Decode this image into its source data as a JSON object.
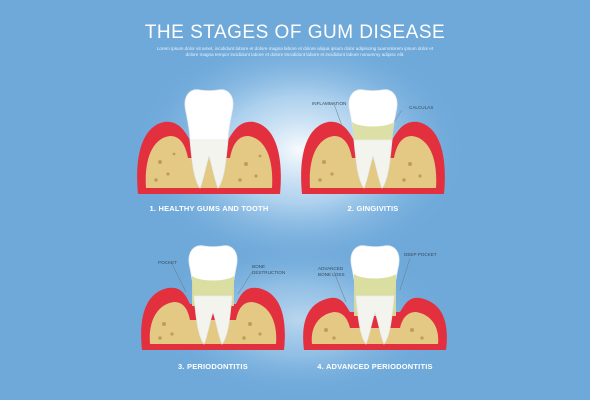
{
  "title": "THE STAGES OF GUM DISEASE",
  "subtitle": "Lorem ipsum dolor sit amet, incididunt labore et dolore magna labore et dolore aliqua ipsum dolor adipiscing tuammlorem ipsum dolor et dolore magna tempor incididunt labore et dolore tincididunt labore et incididunt labore nonummy adipisc elit.",
  "colors": {
    "background": "#6ea9da",
    "gum": "#e3303f",
    "bone": "#e3c984",
    "enamel": "#ffffff",
    "plaque": "#d8dc9c"
  },
  "stages": [
    {
      "caption": "1. HEALTHY GUMS AND TOOTH",
      "callouts": []
    },
    {
      "caption": "2. GINGIVITIS",
      "callouts": [
        {
          "text": "INFLAMMATION"
        },
        {
          "text": "CALCULAS"
        }
      ]
    },
    {
      "caption": "3. PERIODONTITIS",
      "callouts": [
        {
          "text": "POCKET"
        },
        {
          "text": "BONE\nDESTRUCTION"
        }
      ]
    },
    {
      "caption": "4. ADVANCED PERIODONTITIS",
      "callouts": [
        {
          "text": "ADVANCED\nBONE LOSS"
        },
        {
          "text": "DEEP POCKET"
        }
      ]
    }
  ]
}
